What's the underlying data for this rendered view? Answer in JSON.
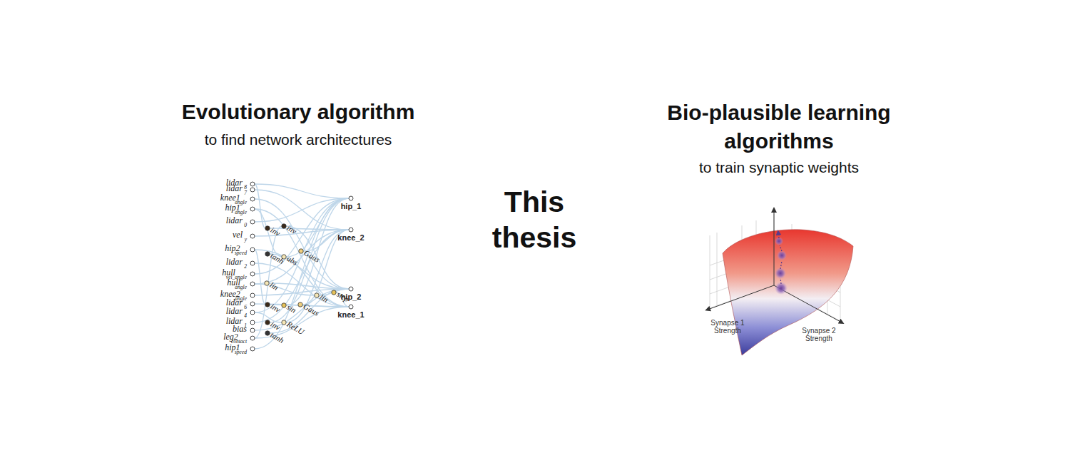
{
  "diagram": {
    "nodes": [
      {
        "text": [
          "Evolutionary algorithm",
          "to find network architectures"
        ]
      },
      {
        "text": [
          "Bio-plausible learning algorithms",
          "to train synaptic weights"
        ]
      },
      {
        "text": [
          "This thesis"
        ]
      }
    ],
    "labels": [
      "lidar",
      "8",
      "lidar",
      "7",
      "knee1",
      "angle",
      "hip1",
      "angle",
      "lidar",
      "0",
      "vel",
      "y",
      "hip2",
      "speed",
      "lidar",
      "2",
      "hull",
      "vel_angle",
      "hull",
      "angle",
      "knee2",
      "angle",
      "lidar",
      "6",
      "lidar",
      "4",
      "lidar",
      "1",
      "bias",
      "leg2",
      "contact",
      "hip1",
      "speed",
      "hip_1",
      "knee_2",
      "hip_2",
      "knee_1",
      "inv",
      "inv",
      "tanh",
      "abs",
      "Gaus",
      "lin",
      "inv",
      "sin",
      "Gaus",
      "lin",
      "step",
      "inv",
      "ReLU",
      "tanh",
      "Synapse 1 Strength",
      "Synapse 2 Strength"
    ]
  }
}
